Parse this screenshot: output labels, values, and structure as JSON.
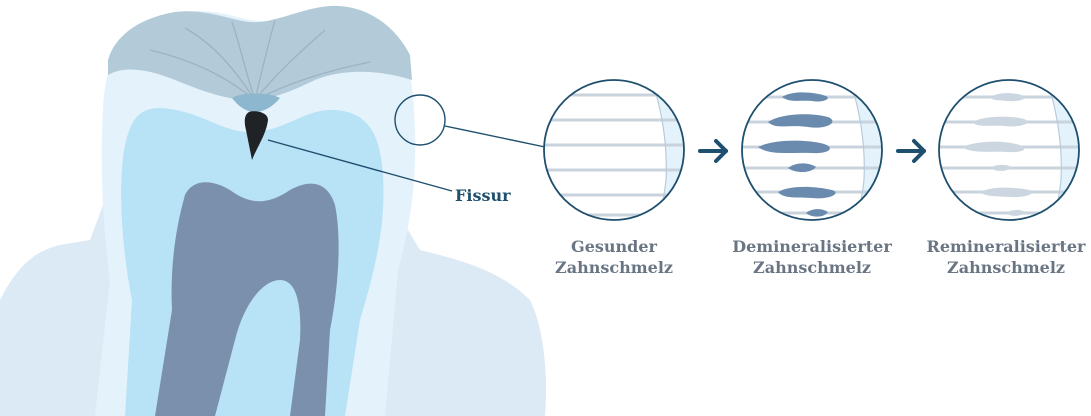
{
  "labels": {
    "fissure": "Fissur"
  },
  "stages": [
    {
      "line1": "Gesunder",
      "line2": "Zahnschmelz"
    },
    {
      "line1": "Demineralisierter",
      "line2": "Zahnschmelz"
    },
    {
      "line1": "Remineralisierter",
      "line2": "Zahnschmelz"
    }
  ],
  "colors": {
    "gum": "#dceaf6",
    "enamel_outer": "#e4f3fb",
    "dentin": "#b8e2f6",
    "pulp": "#7b90ac",
    "occlusal": "#b3cad9",
    "cavity": "#1f2326",
    "line": "#1f4f6e",
    "demineralized_patch": "#6a8aae",
    "remineralized_patch": "#ccd6e1",
    "caption_text": "#6a7584"
  },
  "icons": [
    "arrow-right-icon",
    "arrow-right-icon"
  ]
}
